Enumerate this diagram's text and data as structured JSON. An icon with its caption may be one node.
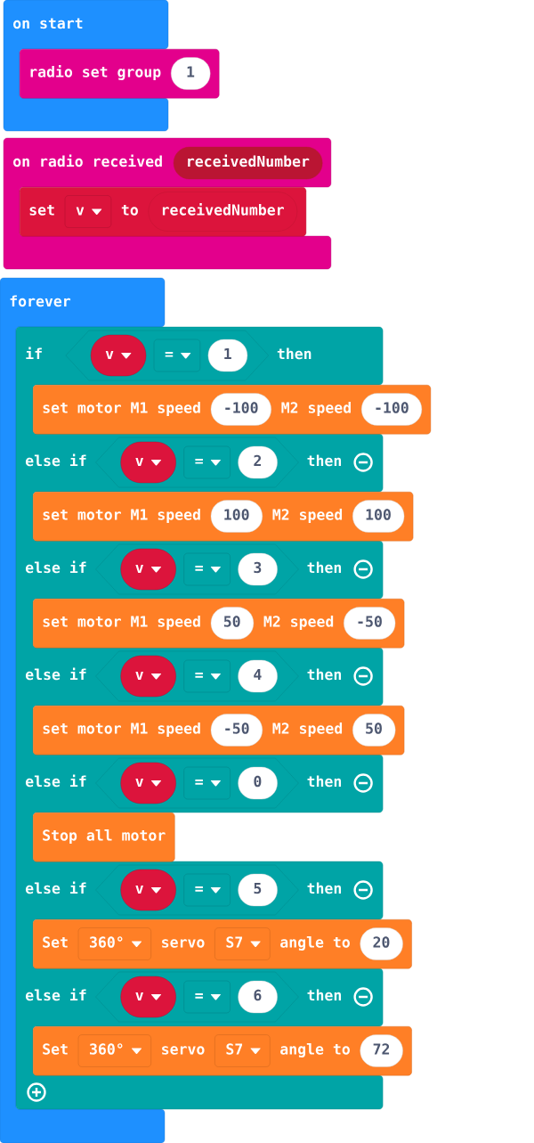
{
  "diagram": {
    "nodes": [
      {
        "text": [
          "on start"
        ]
      },
      {
        "text": [
          "radio set group"
        ]
      },
      {
        "text": [
          "1"
        ],
        "in": 1
      },
      {
        "text": [
          "on radio received"
        ]
      },
      {
        "text": [
          "receivedNumber"
        ],
        "in": 3
      },
      {
        "text": [
          "set",
          "to"
        ],
        "in": 3
      },
      {
        "text": [
          "v"
        ],
        "in": 5
      },
      {
        "text": [
          "receivedNumber"
        ],
        "in": 5
      },
      {
        "text": [
          "forever"
        ]
      },
      {
        "text": [
          "if",
          "then",
          "else if",
          "then",
          "else if",
          "then",
          "else if",
          "then",
          "else if",
          "then",
          "else if",
          "then",
          "else if",
          "then"
        ]
      },
      {
        "text": [],
        "shape": "hexagon",
        "in": 9
      },
      {
        "text": [
          "v"
        ],
        "in": 10
      },
      {
        "text": [
          "="
        ],
        "in": 10
      },
      {
        "text": [
          "1"
        ],
        "in": 10
      },
      {
        "text": [
          "set motor M1 speed",
          "M2 speed"
        ]
      },
      {
        "text": [
          "-100"
        ],
        "in": 14
      },
      {
        "text": [
          "-100"
        ],
        "in": 14
      },
      {
        "text": [],
        "shape": "hexagon",
        "in": 9
      },
      {
        "text": [
          "v"
        ],
        "in": 17
      },
      {
        "text": [
          "="
        ],
        "in": 17
      },
      {
        "text": [
          "2"
        ],
        "in": 17
      },
      {
        "text": [
          "set motor M1 speed",
          "M2 speed"
        ]
      },
      {
        "text": [
          "100"
        ],
        "in": 21
      },
      {
        "text": [
          "100"
        ],
        "in": 21
      },
      {
        "text": [],
        "shape": "hexagon",
        "in": 9
      },
      {
        "text": [
          "v"
        ],
        "in": 24
      },
      {
        "text": [
          "="
        ],
        "in": 24
      },
      {
        "text": [
          "3"
        ],
        "in": 24
      },
      {
        "text": [
          "set motor M1 speed",
          "M2 speed"
        ]
      },
      {
        "text": [
          "50"
        ],
        "in": 28
      },
      {
        "text": [
          "-50"
        ],
        "in": 28
      },
      {
        "text": [],
        "shape": "hexagon",
        "in": 9
      },
      {
        "text": [
          "v"
        ],
        "in": 31
      },
      {
        "text": [
          "="
        ],
        "in": 31
      },
      {
        "text": [
          "4"
        ],
        "in": 31
      },
      {
        "text": [
          "set motor M1 speed",
          "M2 speed"
        ]
      },
      {
        "text": [
          "-50"
        ],
        "in": 35
      },
      {
        "text": [
          "50"
        ],
        "in": 35
      },
      {
        "text": [],
        "shape": "hexagon",
        "in": 9
      },
      {
        "text": [
          "v"
        ],
        "in": 38
      },
      {
        "text": [
          "="
        ],
        "in": 38
      },
      {
        "text": [
          "0"
        ],
        "in": 38
      },
      {
        "text": [
          "Stop all motor"
        ],
        "in": 9
      },
      {
        "text": [],
        "shape": "hexagon",
        "in": 9
      },
      {
        "text": [
          "v"
        ],
        "in": 43
      },
      {
        "text": [
          "="
        ],
        "in": 43
      },
      {
        "text": [
          "5"
        ],
        "in": 43
      },
      {
        "text": [
          "Set",
          "servo",
          "angle to"
        ]
      },
      {
        "text": [
          "360°"
        ],
        "in": 47
      },
      {
        "text": [
          "S7"
        ],
        "in": 47
      },
      {
        "text": [
          "20"
        ],
        "in": 47
      },
      {
        "text": [],
        "shape": "hexagon",
        "in": 9
      },
      {
        "text": [
          "v"
        ],
        "in": 51
      },
      {
        "text": [
          "="
        ],
        "in": 51
      },
      {
        "text": [
          "6"
        ],
        "in": 51
      },
      {
        "text": [
          "Set",
          "servo",
          "angle to"
        ]
      },
      {
        "text": [
          "360°"
        ],
        "in": 55
      },
      {
        "text": [
          "S7"
        ],
        "in": 55
      },
      {
        "text": [
          "72"
        ],
        "in": 55
      }
    ]
  }
}
